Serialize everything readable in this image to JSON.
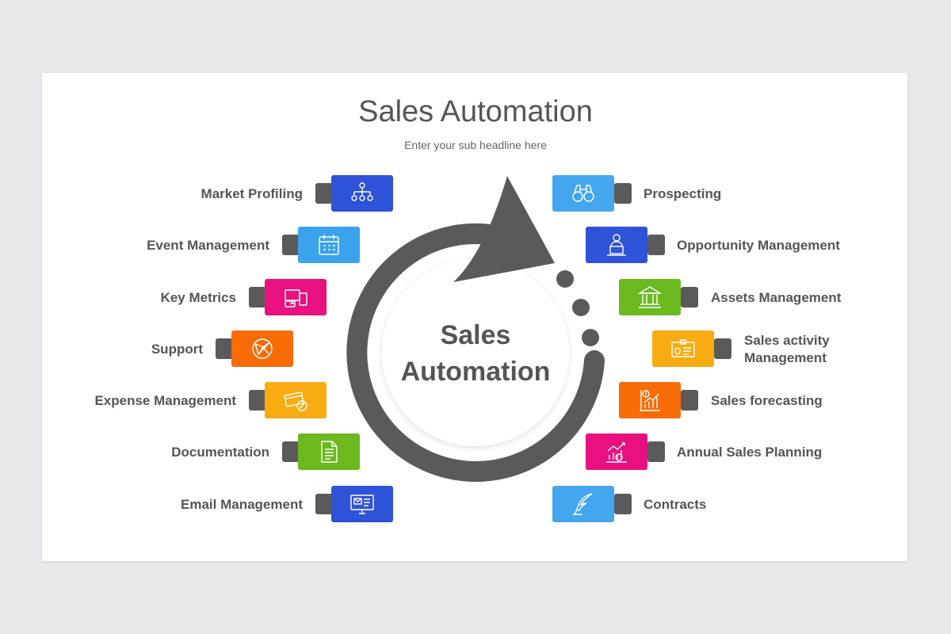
{
  "title": "Sales Automation",
  "subtitle": "Enter your sub headline here",
  "center": {
    "line1": "Sales",
    "line2": "Automation"
  },
  "colors": {
    "background": "#e9e8ea",
    "slide": "#ffffff",
    "cycle": "#5a5a5a",
    "tab": "#5a5a5a",
    "text": "#555555"
  },
  "left_items": [
    {
      "label": "Market Profiling",
      "color": "#2e52d8",
      "icon": "org-chart-icon"
    },
    {
      "label": "Event Management",
      "color": "#3aa3ec",
      "icon": "calendar-icon"
    },
    {
      "label": "Key Metrics",
      "color": "#e8117f",
      "icon": "devices-icon"
    },
    {
      "label": "Support",
      "color": "#f86c08",
      "icon": "globe-network-icon"
    },
    {
      "label": "Expense Management",
      "color": "#f9ab12",
      "icon": "credit-card-icon"
    },
    {
      "label": "Documentation",
      "color": "#6bb81f",
      "icon": "document-icon"
    },
    {
      "label": "Email Management",
      "color": "#2e52d8",
      "icon": "email-monitor-icon"
    }
  ],
  "right_items": [
    {
      "label": "Prospecting",
      "color": "#45a6f0",
      "icon": "binoculars-icon"
    },
    {
      "label": "Opportunity Management",
      "color": "#2e52d8",
      "icon": "presenter-icon"
    },
    {
      "label": "Assets Management",
      "color": "#6bb81f",
      "icon": "bank-icon"
    },
    {
      "label": "Sales activity\nManagement",
      "line1": "Sales activity",
      "line2": "Management",
      "color": "#f9ab12",
      "icon": "id-card-icon"
    },
    {
      "label": "Sales forecasting",
      "color": "#f86c08",
      "icon": "growth-chart-icon"
    },
    {
      "label": "Annual Sales Planning",
      "color": "#e8117f",
      "icon": "planning-chart-icon"
    },
    {
      "label": "Contracts",
      "color": "#45a6f0",
      "icon": "quill-pen-icon"
    }
  ]
}
